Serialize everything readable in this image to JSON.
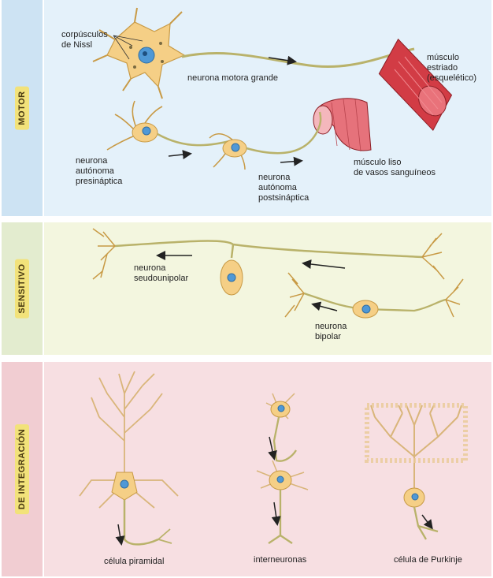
{
  "motor": {
    "side_label": "MOTOR",
    "labels": {
      "nissl": "corpúsculos\nde Nissl",
      "motor_neuron": "neurona motora grande",
      "striated": "músculo\nestriado\n(esquelético)",
      "presynaptic": "neurona\nautónoma\npresináptica",
      "postsynaptic": "neurona\nautónoma\npostsináptica",
      "smooth": "músculo liso\nde vasos sanguíneos"
    }
  },
  "sensory": {
    "side_label": "SENSITIVO",
    "labels": {
      "pseudounipolar": "neurona\nseudounipolar",
      "bipolar": "neurona\nbipolar"
    }
  },
  "integration": {
    "side_label": "DE INTEGRACIÓN",
    "labels": {
      "pyramidal": "célula piramidal",
      "interneurons": "interneuronas",
      "purkinje": "célula de Purkinje"
    }
  },
  "colors": {
    "motor_bg": "#e4f1fa",
    "motor_side": "#cde3f3",
    "sensory_bg": "#f3f6df",
    "sensory_side": "#e3eccf",
    "integration_bg": "#f7dfe2",
    "integration_side": "#f1cdd2",
    "neuron_fill": "#f5cf86",
    "neuron_stroke": "#c89a45",
    "axon": "#b9b26a",
    "nucleus": "#4f98d6",
    "muscle": "#d23c45"
  }
}
